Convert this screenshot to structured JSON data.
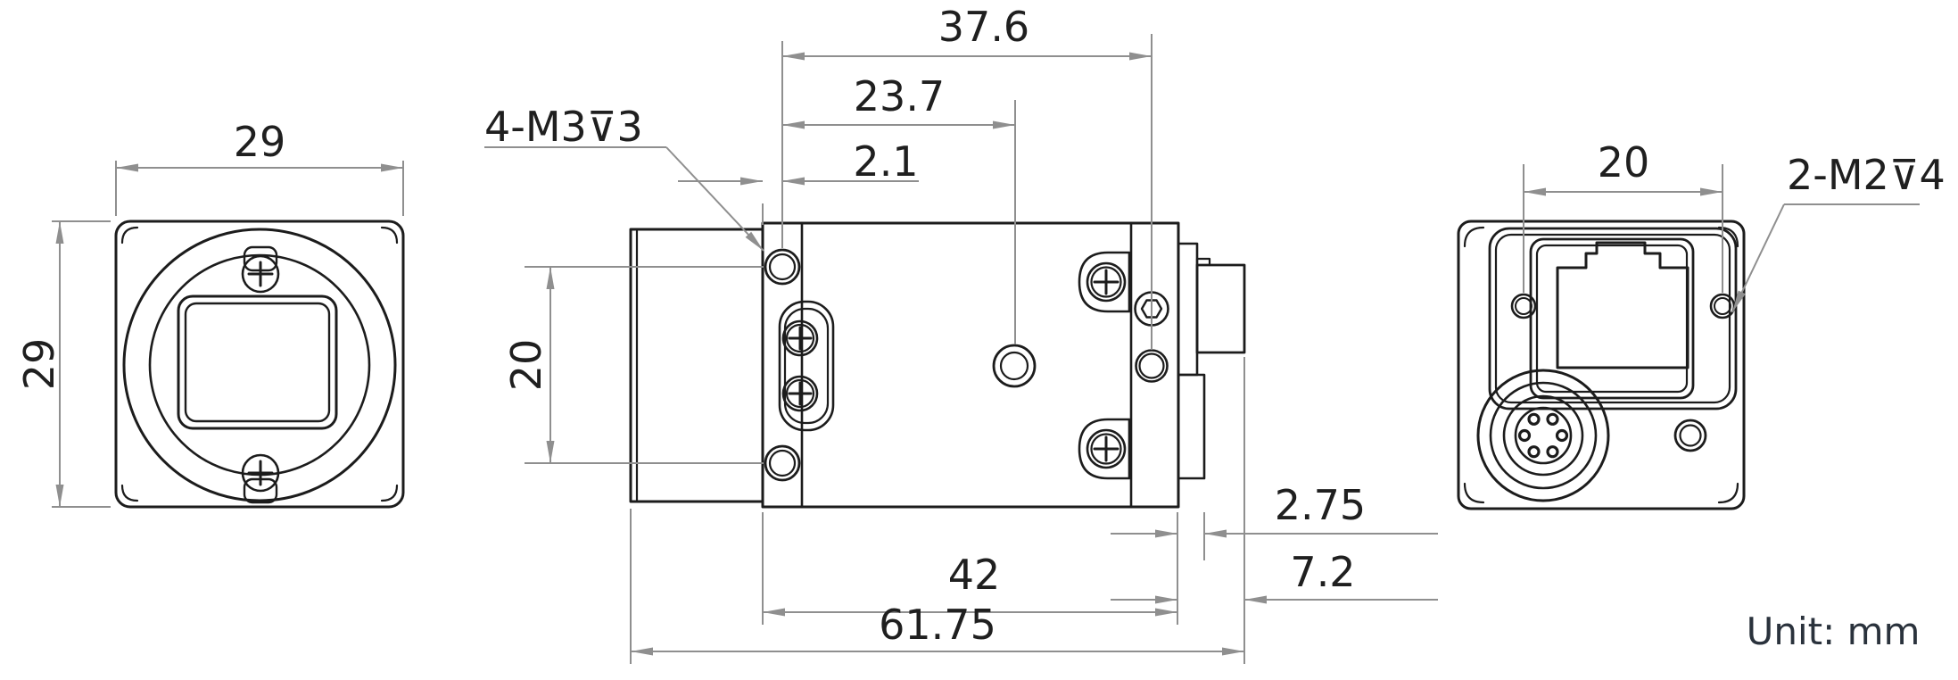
{
  "drawing": {
    "unit_label": "Unit: mm",
    "colors": {
      "outline": "#1c1c1c",
      "dimension_lines": "#8f8f8f",
      "dimension_text": "#1f1f1f",
      "unit_text": "#2a323c",
      "background": "#ffffff"
    },
    "front_view": {
      "width_dim": "29",
      "height_dim": "29"
    },
    "side_view": {
      "mount_holes_label": "4-M3⊽3",
      "dim_top_total": "37.6",
      "dim_tripod_offset": "23.7",
      "dim_hole_offset": "2.1",
      "dim_hole_spacing": "20",
      "dim_body_length": "42",
      "dim_total_length": "61.75",
      "dim_rear_step": "2.75",
      "dim_connector_depth": "7.2"
    },
    "rear_view": {
      "screw_holes_label": "2-M2⊽4",
      "dim_hole_spacing": "20"
    }
  }
}
